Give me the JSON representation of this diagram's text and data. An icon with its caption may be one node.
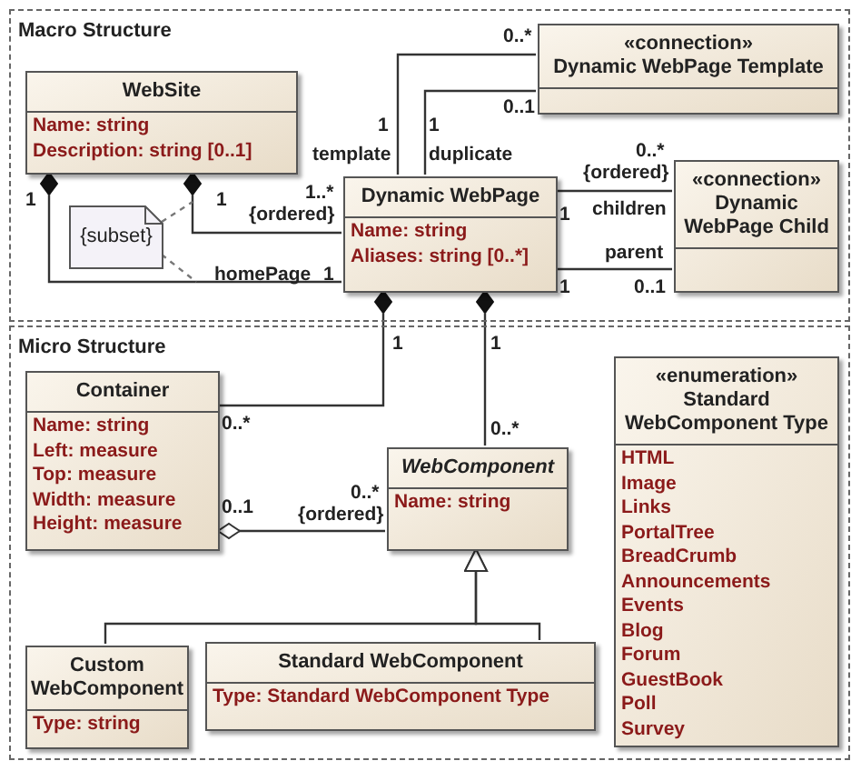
{
  "diagram": {
    "nodes": [
      {
        "text": [
          "Macro Structure"
        ]
      },
      {
        "text": [
          "WebSite",
          "Name:  string",
          "Description:  string [0..1]"
        ],
        "in": 0
      },
      {
        "text": [
          "Dynamic WebPage",
          "Name:  string",
          "Aliases:  string [0..*]"
        ],
        "in": 0
      },
      {
        "text": [
          "«connection»",
          "Dynamic WebPage Template"
        ],
        "in": 0
      },
      {
        "text": [
          "«connection»",
          "Dynamic WebPage Child"
        ],
        "in": 0
      },
      {
        "text": [
          "{subset}"
        ],
        "in": 0
      },
      {
        "text": [
          "Micro Structure"
        ]
      },
      {
        "text": [
          "Container",
          "Name:  string",
          "Left:  measure",
          "Top:  measure",
          "Width:  measure",
          "Height:  measure"
        ],
        "in": 6
      },
      {
        "text": [
          "WebComponent",
          "Name:  string"
        ],
        "in": 6
      },
      {
        "text": [
          "Custom WebComponent",
          "Type:  string"
        ],
        "in": 6
      },
      {
        "text": [
          "Standard WebComponent",
          "Type:  Standard WebComponent Type"
        ],
        "in": 6
      },
      {
        "text": [
          "«enumeration»",
          "Standard WebComponent Type",
          "HTML",
          "Image",
          "Links",
          "PortalTree",
          "BreadCrumb",
          "Announcements",
          "Events",
          "Blog",
          "Forum",
          "GuestBook",
          "Poll",
          "Survey"
        ],
        "in": 6
      }
    ],
    "edges": [
      {
        "from": 1,
        "to": 2,
        "arrow": "other"
      },
      {
        "from": 1,
        "to": 2,
        "arrow": "other"
      },
      {
        "from": 2,
        "to": 3,
        "arrow": "none"
      },
      {
        "from": 2,
        "to": 3,
        "arrow": "none"
      },
      {
        "from": 2,
        "to": 4,
        "arrow": "none"
      },
      {
        "from": 2,
        "to": 4,
        "arrow": "none"
      },
      {
        "from": 5,
        "to": null,
        "arrow": "none",
        "style": "dashed"
      },
      {
        "from": 5,
        "to": null,
        "arrow": "none",
        "style": "dashed"
      },
      {
        "from": 2,
        "to": 7,
        "arrow": "other"
      },
      {
        "from": 2,
        "to": 8,
        "arrow": "other"
      },
      {
        "from": 7,
        "to": 8,
        "arrow": "other"
      },
      {
        "from": 9,
        "to": 8,
        "arrow": "to"
      },
      {
        "from": 10,
        "to": 8,
        "arrow": "to"
      }
    ],
    "labels": [
      "0..*",
      "1",
      "1",
      "template",
      "1..*",
      "{ordered}",
      "duplicate",
      "0..1",
      "1",
      "0..*",
      "{ordered}",
      "1",
      "children",
      "parent",
      "homePage",
      "1",
      "1",
      "1",
      "0..1",
      "1",
      "1",
      "0..*",
      "0..*",
      "0..*",
      "0..1",
      "{ordered}"
    ]
  }
}
